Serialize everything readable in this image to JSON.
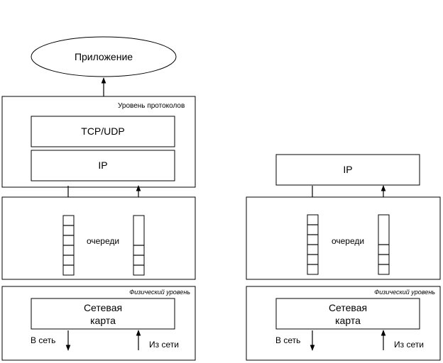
{
  "left_stack": {
    "app_label": "Приложение",
    "protocol_level_label": "Уровень протоколов",
    "tcp_udp_label": "TCP/UDP",
    "ip_label": "IP",
    "queues_label": "очереди",
    "physical_level_label": "Физический уровень",
    "nic_line1": "Сетевая",
    "nic_line2": "карта",
    "to_net_label": "В сеть",
    "from_net_label": "Из сети"
  },
  "right_stack": {
    "ip_label": "IP",
    "queues_label": "очереди",
    "physical_level_label": "Физический уровень",
    "nic_line1": "Сетевая",
    "nic_line2": "карта",
    "to_net_label": "В сеть",
    "from_net_label": "Из сети"
  }
}
